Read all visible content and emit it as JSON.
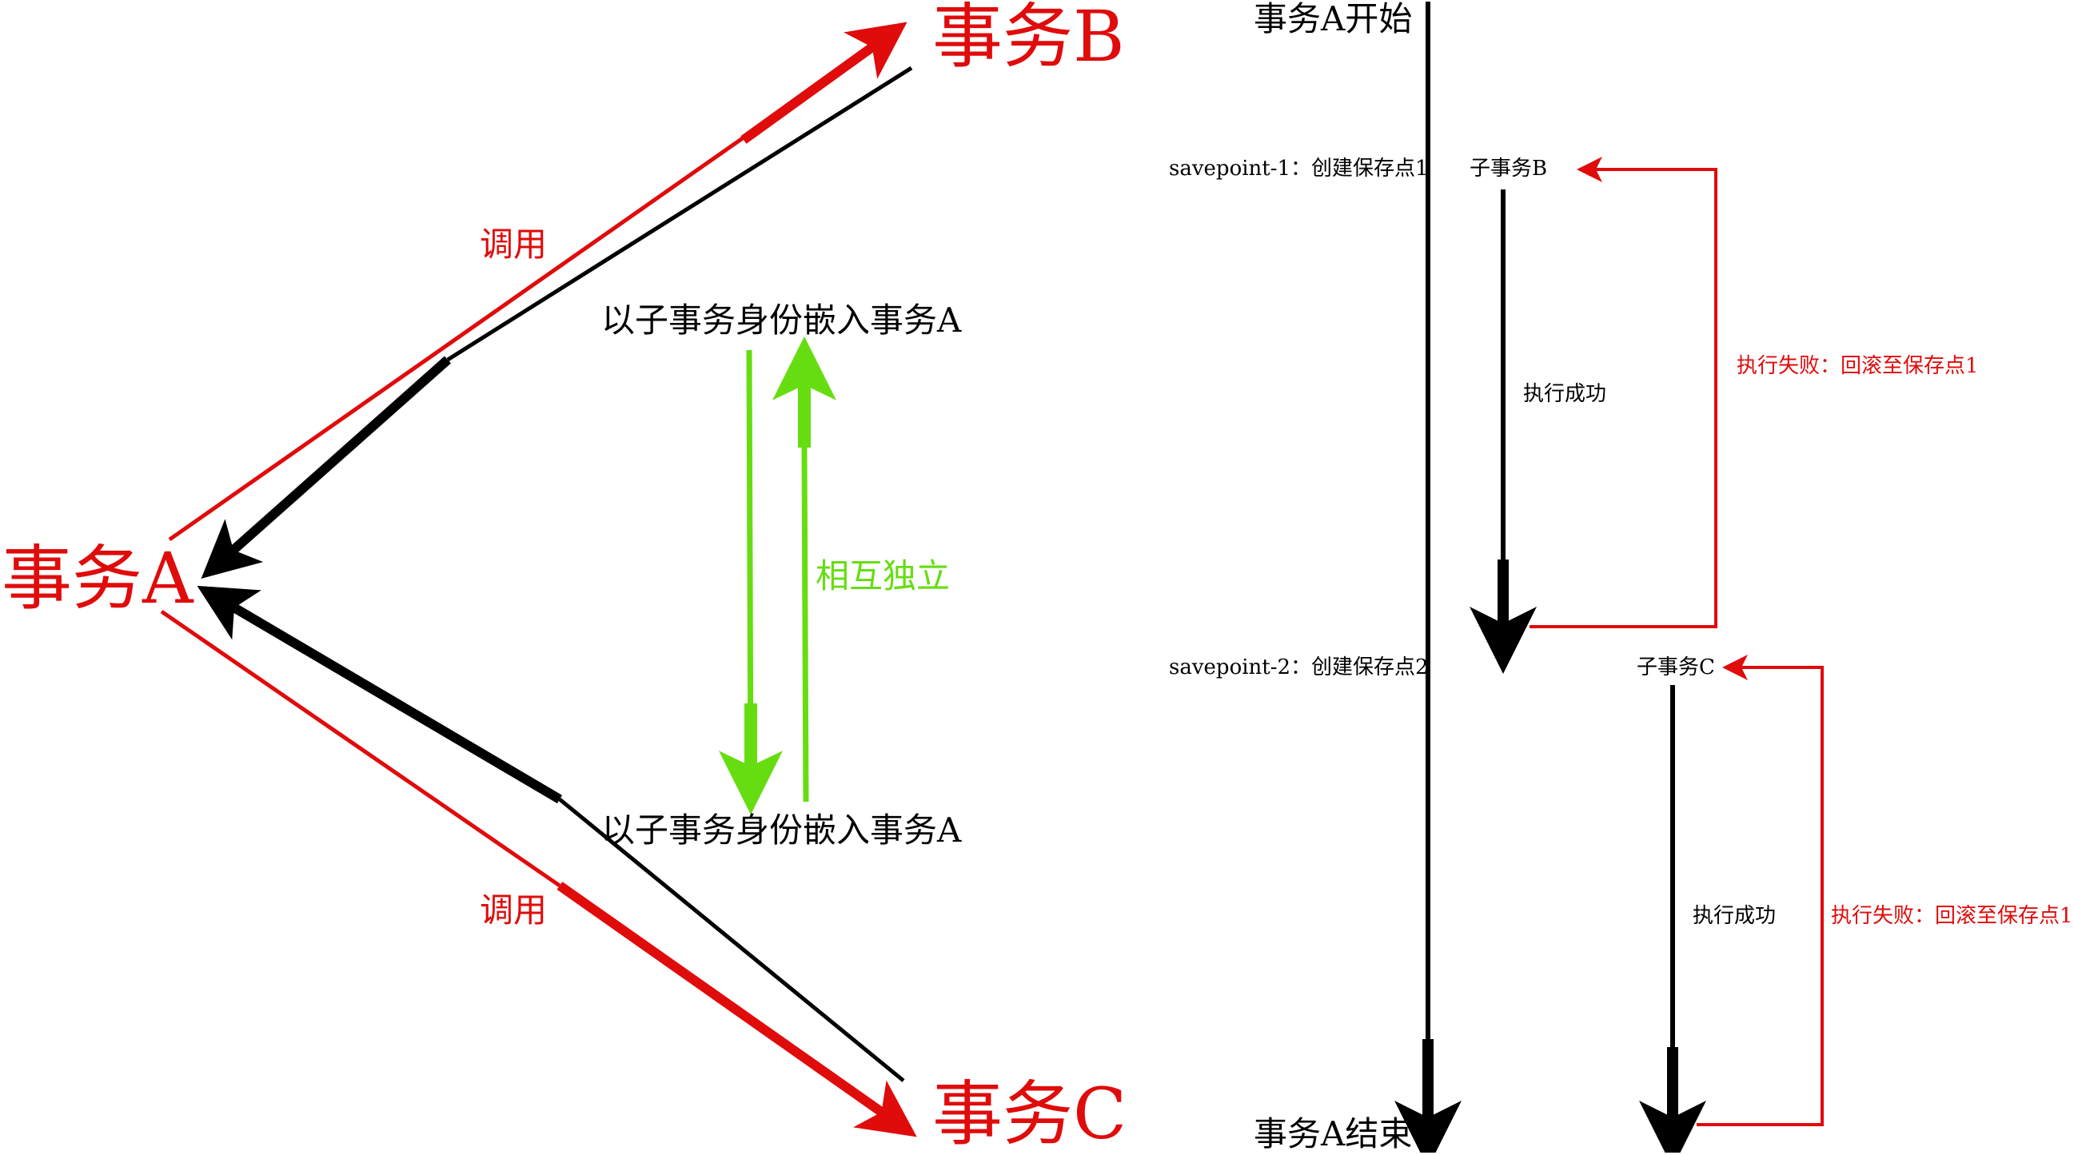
{
  "colors": {
    "red": "#e00b0b",
    "black": "#000000",
    "green": "#66dd11",
    "background": "#ffffff"
  },
  "left_diagram": {
    "node_a": "事务A",
    "node_b": "事务B",
    "node_c": "事务C",
    "call_label_top": "调用",
    "call_label_bottom": "调用",
    "embed_label_top": "以子事务身份嵌入事务A",
    "embed_label_bottom": "以子事务身份嵌入事务A",
    "independent_label": "相互独立"
  },
  "right_diagram": {
    "start_label": "事务A开始",
    "end_label": "事务A结束",
    "savepoint_1": "savepoint-1：创建保存点1",
    "savepoint_2": "savepoint-2：创建保存点2",
    "sub_b": "子事务B",
    "sub_c": "子事务C",
    "success_b": "执行成功",
    "success_c": "执行成功",
    "fail_b": "执行失败：回滚至保存点1",
    "fail_c": "执行失败：回滚至保存点1"
  }
}
